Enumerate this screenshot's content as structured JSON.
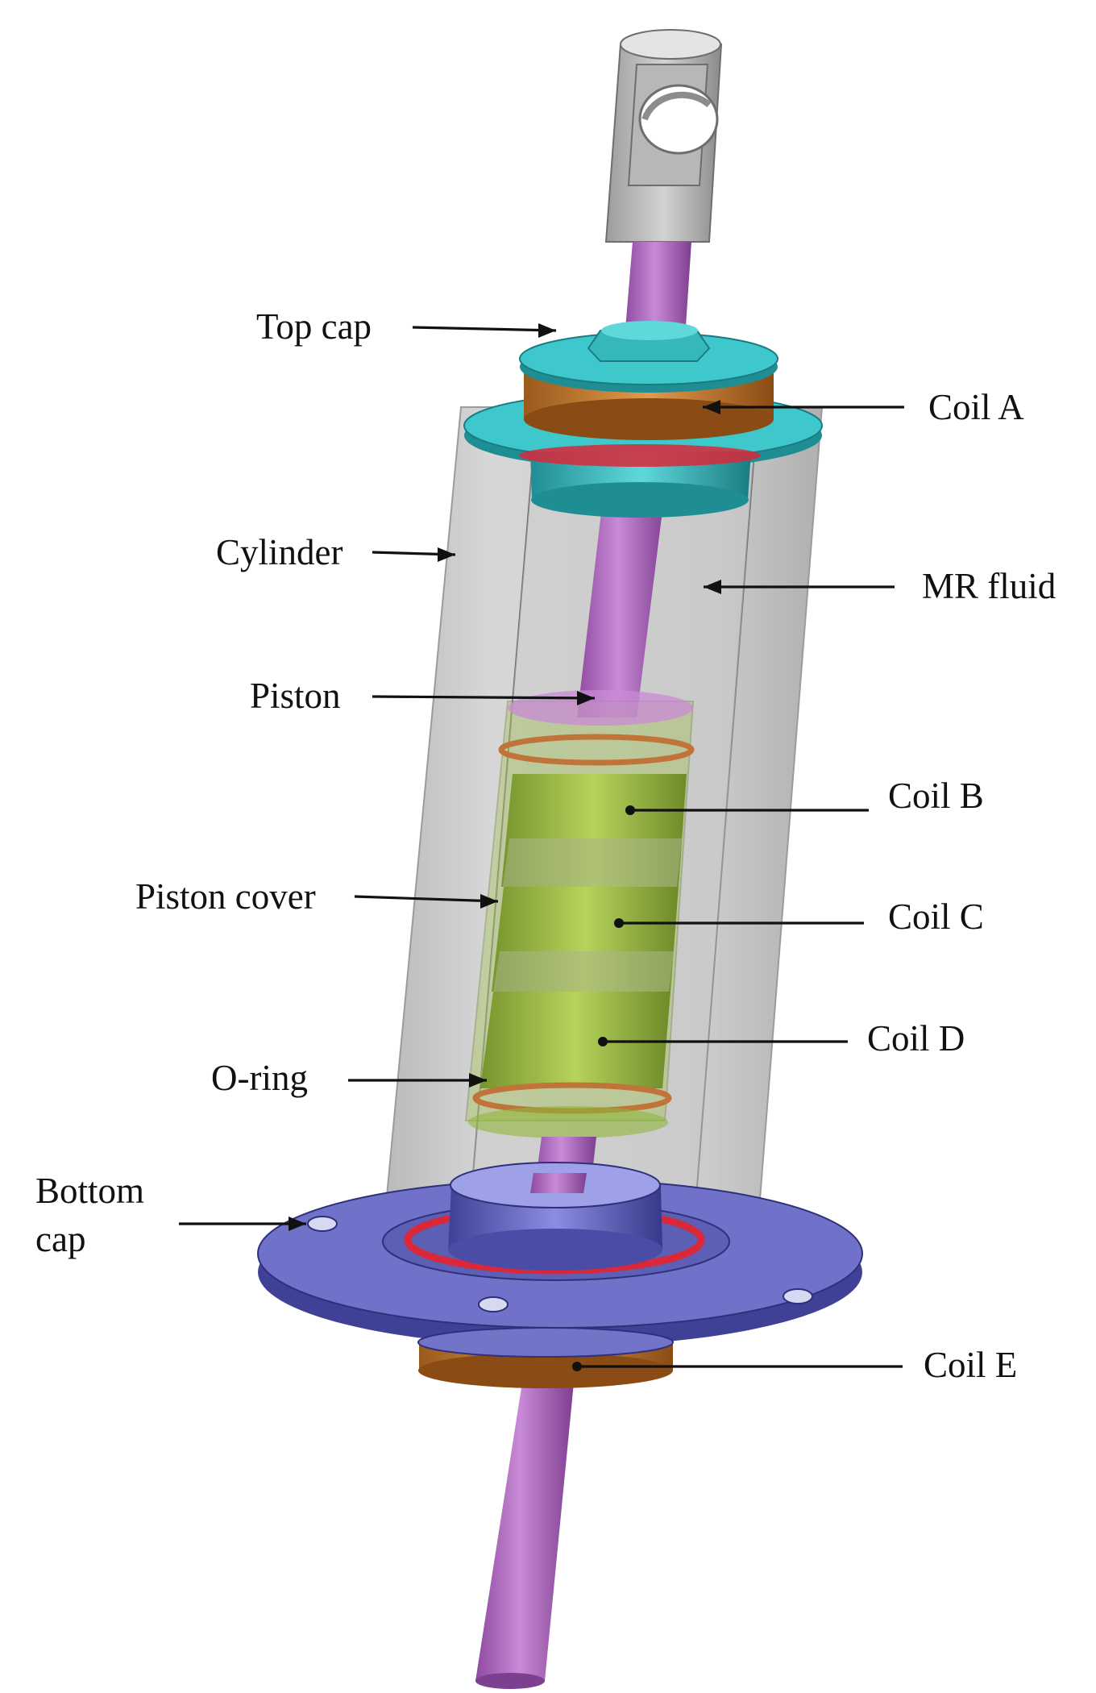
{
  "colors": {
    "rod": "#c98ad6",
    "rod_dark": "#8e4aa0",
    "teal": "#3fc8cc",
    "teal_dark": "#1f8e94",
    "copper": "#d98a3a",
    "copper_dark": "#9a5a1c",
    "bottom_cap": "#6f72c8",
    "bottom_cap_dark": "#3f4196",
    "cylinder_gray": "#9a9a9a",
    "coil_green": "#9bbf3a",
    "red_seal": "#d8283a",
    "mount_gray": "#c4c4c4"
  },
  "labels": {
    "top_cap": "Top cap",
    "coil_a": "Coil A",
    "cylinder": "Cylinder",
    "mr_fluid": "MR fluid",
    "piston": "Piston",
    "coil_b": "Coil B",
    "piston_cover": "Piston cover",
    "coil_c": "Coil C",
    "coil_d": "Coil D",
    "o_ring": "O-ring",
    "bottom_cap_line1": "Bottom",
    "bottom_cap_line2": "cap",
    "coil_e": "Coil E"
  }
}
